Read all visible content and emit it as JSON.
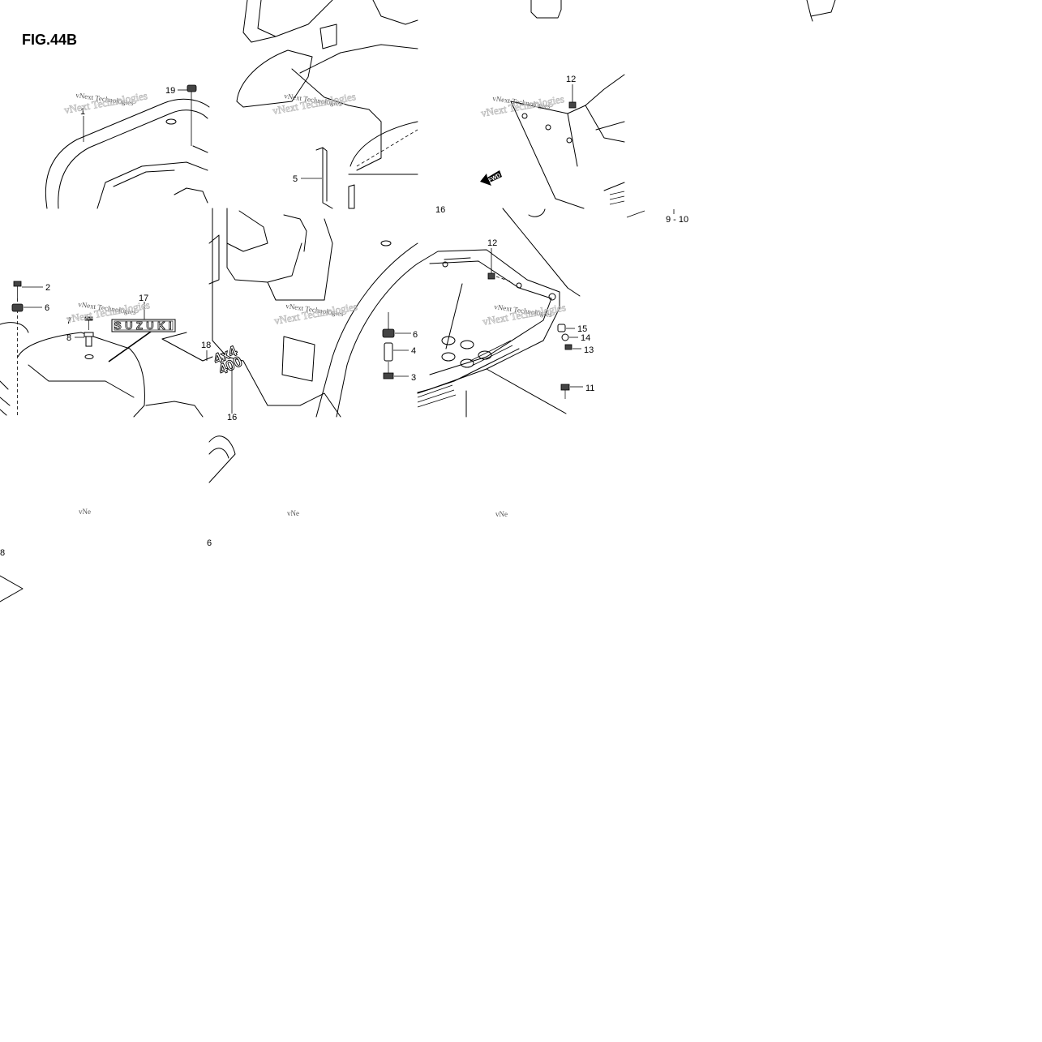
{
  "figure": {
    "title": "FIG.44B"
  },
  "watermark": {
    "text": "vNext Technologies",
    "truncated_text": "vNe"
  },
  "emblem": {
    "brand_text": "SUZUKI",
    "badge_top": "4x4",
    "badge_bottom": "400"
  },
  "direction_marker": {
    "text": "FWD"
  },
  "callouts": {
    "c19": "19",
    "c1": "1",
    "c5": "5",
    "c12a": "12",
    "c910": "9 - 10",
    "c16a": "16",
    "c2": "2",
    "c6a": "6",
    "c17": "17",
    "c7": "7",
    "c8": "8",
    "c18": "18",
    "c16b": "16",
    "c6b": "6",
    "c4": "4",
    "c3": "3",
    "c12b": "12",
    "c15": "15",
    "c14": "14",
    "c13": "13",
    "c11": "11",
    "c8b": "8",
    "c6c": "6"
  },
  "colors": {
    "line": "#000000",
    "background": "#ffffff",
    "watermark": "#555555"
  }
}
